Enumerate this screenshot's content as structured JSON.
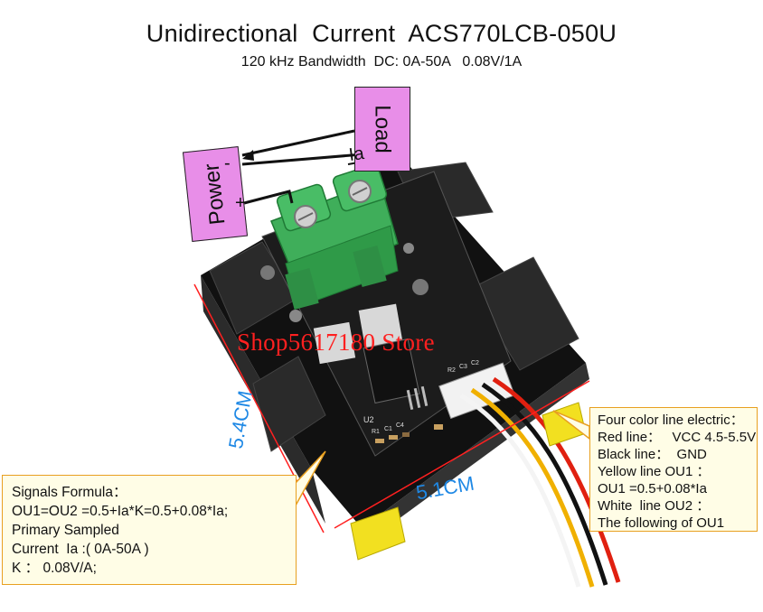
{
  "title": "Unidirectional  Current  ACS770LCB-050U",
  "subtitle": "120 kHz Bandwidth  DC: 0A-50A   0.08V/1A",
  "labels": {
    "power": "Power",
    "power_minus": "-",
    "power_plus": "+",
    "load": "Load",
    "ia": "Ia"
  },
  "watermark": "Shop5617180 Store",
  "dimensions": {
    "height": "5.4CM",
    "width": "5.1CM"
  },
  "formula_callout": {
    "lines": [
      "Signals Formula：",
      "OU1=OU2 =0.5+Ia*K=0.5+0.08*Ia;",
      "Primary Sampled",
      "Current  Ia :( 0A-50A )",
      "K ： 0.08V/A;"
    ]
  },
  "wire_callout": {
    "lines": [
      "Four color line electric：",
      "Red line：   VCC 4.5-5.5V",
      "Black line：  GND",
      "Yellow line OU1 ：",
      "OU1 =0.5+0.08*Ia",
      "White  line OU2 ：",
      "The following of OU1"
    ]
  },
  "board_silkscreen": {
    "u2": "U2",
    "r1": "R1",
    "c1": "C1",
    "c4": "C4",
    "r2": "R2",
    "c3": "C3",
    "c2": "C2"
  },
  "colors": {
    "label_box": "#e88ee8",
    "watermark": "#ff2020",
    "dimension": "#1e88e5",
    "callout_bg": "#fffde6",
    "callout_border": "#e8a020",
    "terminal_green": "#3fae5a",
    "pcb_black": "#1c1c1c"
  }
}
